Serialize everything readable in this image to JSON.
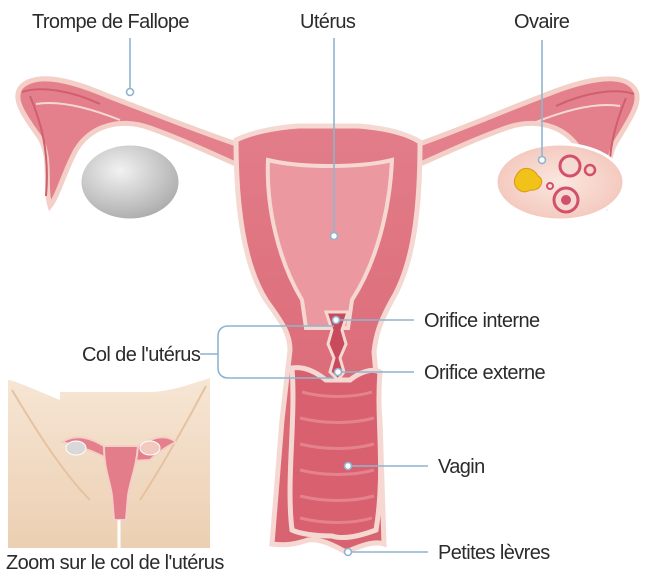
{
  "labels": {
    "trompe": "Trompe de Fallope",
    "uterus": "Utérus",
    "ovaire": "Ovaire",
    "col": "Col de l'utérus",
    "orifice_interne": "Orifice interne",
    "orifice_externe": "Orifice externe",
    "vagin": "Vagin",
    "petites_levres": "Petites lèvres",
    "zoom": "Zoom sur le col de l'utérus"
  },
  "colors": {
    "tissue": "#e8838f",
    "tissue_dark": "#d9606e",
    "tissue_light": "#f4c2bd",
    "outline": "#f6d8d2",
    "leader": "#8fb4cf",
    "ovary_grey": "#c9c9c9",
    "skin": "#f1d9be"
  }
}
